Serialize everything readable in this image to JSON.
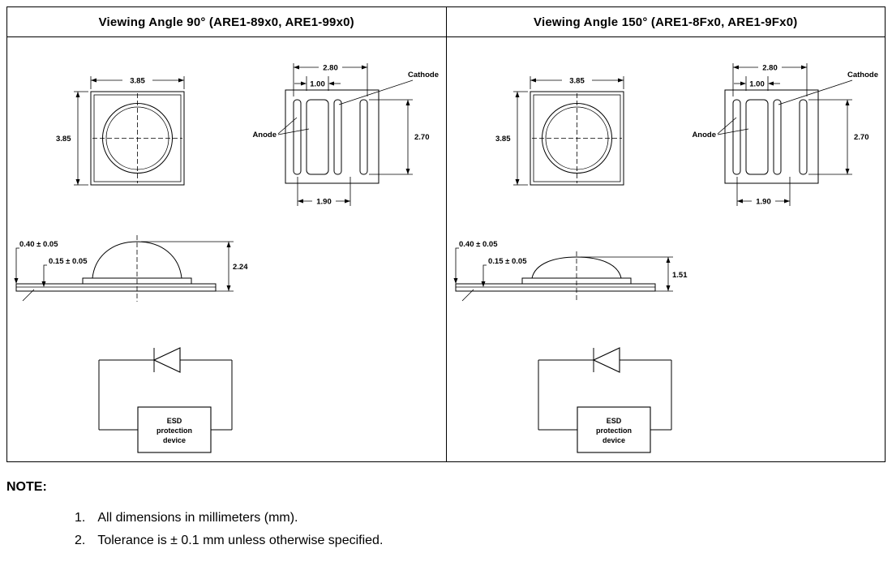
{
  "colors": {
    "line": "#000000",
    "background": "#ffffff"
  },
  "panels": [
    {
      "title": "Viewing Angle 90° (ARE1-89x0, ARE1-99x0)",
      "top_view": {
        "width": "3.85",
        "height": "3.85"
      },
      "bottom_view": {
        "overall_width": "2.80",
        "pad_pitch": "1.00",
        "pad_height": "2.70",
        "inner_width": "1.90",
        "anode_label": "Anode",
        "cathode_label": "Cathode"
      },
      "side_view": {
        "substrate_thickness": "0.40 ± 0.05",
        "layer_thickness": "0.15 ± 0.05",
        "total_height": "2.24"
      },
      "circuit": {
        "line1": "ESD",
        "line2": "protection",
        "line3": "device"
      }
    },
    {
      "title": "Viewing Angle 150° (ARE1-8Fx0, ARE1-9Fx0)",
      "top_view": {
        "width": "3.85",
        "height": "3.85"
      },
      "bottom_view": {
        "overall_width": "2.80",
        "pad_pitch": "1.00",
        "pad_height": "2.70",
        "inner_width": "1.90",
        "anode_label": "Anode",
        "cathode_label": "Cathode"
      },
      "side_view": {
        "substrate_thickness": "0.40 ± 0.05",
        "layer_thickness": "0.15 ± 0.05",
        "total_height": "1.51"
      },
      "circuit": {
        "line1": "ESD",
        "line2": "protection",
        "line3": "device"
      }
    }
  ],
  "note": {
    "title": "NOTE:",
    "items": [
      {
        "num": "1.",
        "text": "All dimensions in millimeters (mm)."
      },
      {
        "num": "2.",
        "text": "Tolerance is ± 0.1 mm unless otherwise specified."
      }
    ]
  }
}
